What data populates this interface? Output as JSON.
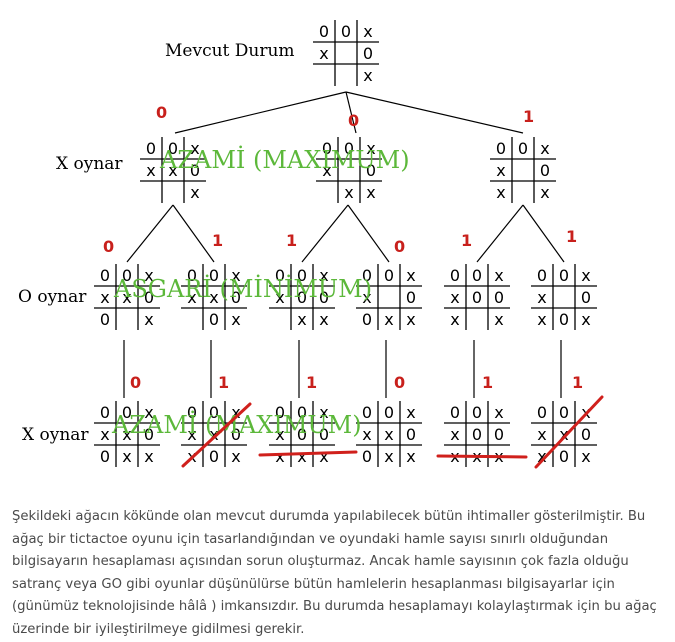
{
  "tree": {
    "root": {
      "label": "Mevcut Durum",
      "board": [
        "0",
        "0",
        "x",
        "x",
        "",
        "0",
        "",
        "",
        "x"
      ]
    },
    "levels": [
      {
        "player": "X oynar",
        "overlay": "AZAMİ (MAXIMUM)"
      },
      {
        "player": "O oynar",
        "overlay": "ASGARİ (MİNİMUM)"
      },
      {
        "player": "X oynar",
        "overlay": "AZAMİ (MAXIMUM)"
      }
    ],
    "level1": [
      {
        "value": "0",
        "board": [
          "0",
          "0",
          "x",
          "x",
          "x",
          "0",
          "",
          "",
          "x"
        ]
      },
      {
        "value": "0",
        "board": [
          "0",
          "0",
          "x",
          "x",
          "",
          "0",
          "",
          "x",
          "x"
        ]
      },
      {
        "value": "1",
        "board": [
          "0",
          "0",
          "x",
          "x",
          "",
          "0",
          "x",
          "",
          "x"
        ]
      }
    ],
    "level2": [
      {
        "value": "0",
        "board": [
          "0",
          "0",
          "x",
          "x",
          "x",
          "0",
          "0",
          "",
          "x"
        ]
      },
      {
        "value": "1",
        "board": [
          "0",
          "0",
          "x",
          "x",
          "x",
          "0",
          "",
          "0",
          "x"
        ]
      },
      {
        "value": "1",
        "board": [
          "0",
          "0",
          "x",
          "x",
          "0",
          "0",
          "",
          "x",
          "x"
        ]
      },
      {
        "value": "0",
        "board": [
          "0",
          "0",
          "x",
          "x",
          "",
          "0",
          "0",
          "x",
          "x"
        ]
      },
      {
        "value": "1",
        "board": [
          "0",
          "0",
          "x",
          "x",
          "0",
          "0",
          "x",
          "",
          "x"
        ]
      },
      {
        "value": "1",
        "board": [
          "0",
          "0",
          "x",
          "x",
          "",
          "0",
          "x",
          "0",
          "x"
        ]
      }
    ],
    "level3": [
      {
        "value": "0",
        "board": [
          "0",
          "0",
          "x",
          "x",
          "x",
          "0",
          "0",
          "x",
          "x"
        ]
      },
      {
        "value": "1",
        "board": [
          "0",
          "0",
          "x",
          "x",
          "x",
          "0",
          "x",
          "0",
          "x"
        ]
      },
      {
        "value": "1",
        "board": [
          "0",
          "0",
          "x",
          "x",
          "0",
          "0",
          "x",
          "x",
          "x"
        ]
      },
      {
        "value": "0",
        "board": [
          "0",
          "0",
          "x",
          "x",
          "x",
          "0",
          "0",
          "x",
          "x"
        ]
      },
      {
        "value": "1",
        "board": [
          "0",
          "0",
          "x",
          "x",
          "0",
          "0",
          "x",
          "x",
          "x"
        ]
      },
      {
        "value": "1",
        "board": [
          "0",
          "0",
          "x",
          "x",
          "x",
          "0",
          "x",
          "0",
          "x"
        ]
      }
    ],
    "colors": {
      "value": "#c8201c",
      "overlay": "#5cb83a",
      "strike": "#d0201c",
      "grid": "#000000"
    }
  },
  "caption": "Şekildeki ağacın kökünde olan mevcut durumda yapılabilecek bütün ihtimaller gösterilmiştir. Bu ağaç bir tictactoe oyunu için tasarlandığından ve oyundaki hamle sayısı sınırlı olduğundan bilgisayarın hesaplaması açısından sorun oluşturmaz. Ancak hamle sayısının çok fazla olduğu satranç veya GO gibi oyunlar düşünülürse bütün hamlelerin hesaplanması bilgisayarlar için (günümüz teknolojisinde hâlâ ) imkansızdır. Bu durumda hesaplamayı kolaylaştırmak için bu ağaç üzerinde bir iyileştirilmeye gidilmesi gerekir."
}
